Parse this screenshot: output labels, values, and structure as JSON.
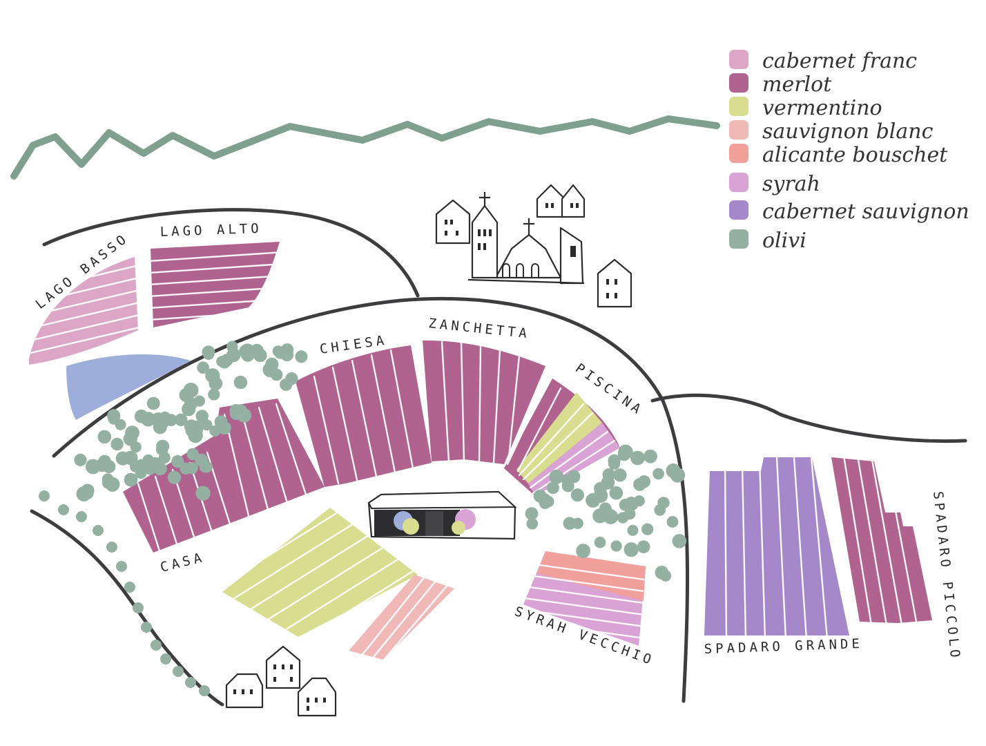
{
  "colors": {
    "cabernet_franc": "#dca7c6",
    "merlot": "#b0638f",
    "vermentino": "#d9dd8f",
    "sauvignon_blanc": "#f1b8b8",
    "alicante_bouschet": "#f1a09c",
    "syrah": "#d9a3d6",
    "cabernet_sauvignon": "#a588c9",
    "olivi": "#93b0a2",
    "lake": "#9eaedb",
    "mountains": "#7fa08f",
    "road": "#3d3d40"
  },
  "legend": [
    {
      "label": "cabernet franc",
      "color": "#dca7c6"
    },
    {
      "label": "merlot",
      "color": "#b0638f"
    },
    {
      "label": "vermentino",
      "color": "#d9dd8f"
    },
    {
      "label": "sauvignon blanc",
      "color": "#f1b8b8"
    },
    {
      "label": "alicante bouschet",
      "color": "#f1a09c"
    },
    {
      "label": "syrah",
      "color": "#d9a3d6"
    },
    {
      "label": "cabernet sauvignon",
      "color": "#a588c9"
    },
    {
      "label": "olivi",
      "color": "#93b0a2"
    }
  ],
  "fields": {
    "lago_basso": "LAGO BASSO",
    "lago_alto": "LAGO ALTO",
    "chiesa": "CHIESA",
    "zanchetta": "ZANCHETTA",
    "piscina": "PISCINA",
    "casa": "CASA",
    "syrah_vecchio": "SYRAH VECCHIO",
    "spadaro_grande": "SPADARO GRANDE",
    "spadaro_piccolo": "SPADARO PICCOLO"
  },
  "icons": {
    "church": "church-icon",
    "house": "house-icon",
    "barn": "barn-icon",
    "olive_tree": "olive-tree-icon",
    "mountain": "mountain-ridge-icon"
  }
}
